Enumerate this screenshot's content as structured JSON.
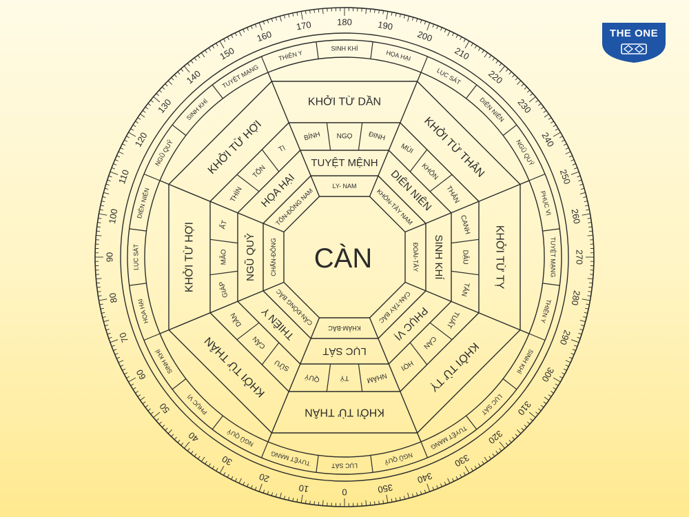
{
  "brand": {
    "name": "THE ONE",
    "color": "#1e55a6"
  },
  "center": {
    "label": "CÀN"
  },
  "degrees": [
    "0",
    "10",
    "20",
    "30",
    "40",
    "50",
    "60",
    "70",
    "80",
    "90",
    "100",
    "110",
    "120",
    "130",
    "140",
    "150",
    "160",
    "170",
    "180",
    "190",
    "200",
    "210",
    "220",
    "230",
    "240",
    "250",
    "260",
    "270",
    "280",
    "290",
    "300",
    "310",
    "320",
    "330",
    "340",
    "350"
  ],
  "stars_ring": [
    "LỤC SÁT",
    "TUYỆT MẠNG",
    "NGŨ QUỶ",
    "PHỤC VỊ",
    "SINH KHÍ",
    "HỌA HẠI",
    "LỤC SÁT",
    "DIÊN NIÊN",
    "NGŨ QUỶ",
    "SINH KHÍ",
    "TUYỆT MẠNG",
    "THIÊN Y",
    "SINH KHÍ",
    "HỌA HẠI",
    "LỤC SÁT",
    "DIÊN NIÊN",
    "NGŨ QUỶ",
    "PHỤC VỊ",
    "TUYỆT MẠNG",
    "THIÊN Y",
    "SINH KHÍ",
    "LỤC SÁT",
    "TUYỆT MẠNG",
    "NGŨ QUỶ"
  ],
  "sectors": [
    {
      "direction": "KHỞI TỪ DẦN",
      "mountains": [
        "BÍNH",
        "NGỌ",
        "ĐINH"
      ],
      "star": "TUYỆT MỆNH",
      "trigram": "LY- NAM"
    },
    {
      "direction": "KHỞI TỪ THÂN",
      "mountains": [
        "MÙI",
        "KHÔN",
        "THÂN"
      ],
      "star": "DIÊN NIÊN",
      "trigram": "KHÔN-TÂY NAM"
    },
    {
      "direction": "KHỞI TỪ TỴ",
      "mountains": [
        "CANH",
        "DẬU",
        "TÂN"
      ],
      "star": "SINH KHÍ",
      "trigram": "ĐOÀI-TÂY"
    },
    {
      "direction": "KHỞI TỪ TỴ",
      "mountains": [
        "TUẤT",
        "CÀN",
        "HỢI"
      ],
      "star": "PHỤC VỊ",
      "trigram": "CÀN-TÂY BẮC"
    },
    {
      "direction": "KHỞI TỪ THÂN",
      "mountains": [
        "NHÂM",
        "TÝ",
        "QUÝ"
      ],
      "star": "LỤC SÁT",
      "trigram": "KHẢM-BẮC"
    },
    {
      "direction": "KHỞI TỪ THÂN",
      "mountains": [
        "SỬU",
        "CẤN",
        "DẦN"
      ],
      "star": "THIÊN Y",
      "trigram": "CẤN-ĐÔNG BẮC"
    },
    {
      "direction": "KHỞI TỪ HỢI",
      "mountains": [
        "GIÁP",
        "MÃO",
        "ẤT"
      ],
      "star": "NGŨ QUỶ",
      "trigram": "CHẤN-ĐÔNG"
    },
    {
      "direction": "KHỞI TỪ HỢI",
      "mountains": [
        "THÌN",
        "TỐN",
        "TỊ"
      ],
      "star": "HỌA HẠI",
      "trigram": "TỐN-ĐÔNG NAM"
    }
  ]
}
